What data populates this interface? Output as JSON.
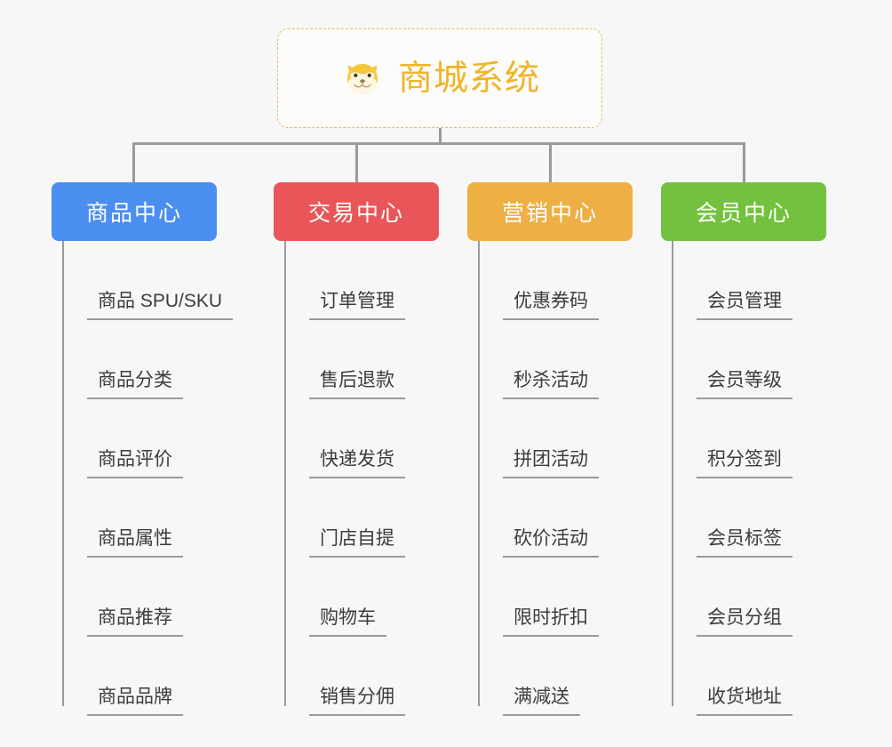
{
  "diagram": {
    "type": "mind-map",
    "background": "#f7f7f7",
    "root": {
      "title": "商城系统",
      "icon": "shiba-dog-face-emoji",
      "text_color": "#f0b429",
      "border_color": "#e8b964",
      "border_style": "dashed"
    },
    "branches": [
      {
        "label": "商品中心",
        "color": "#4a8ef0",
        "items": [
          "商品 SPU/SKU",
          "商品分类",
          "商品评价",
          "商品属性",
          "商品推荐",
          "商品品牌"
        ]
      },
      {
        "label": "交易中心",
        "color": "#e8565a",
        "items": [
          "订单管理",
          "售后退款",
          "快递发货",
          "门店自提",
          "购物车",
          "销售分佣"
        ]
      },
      {
        "label": "营销中心",
        "color": "#eeaf44",
        "items": [
          "优惠券码",
          "秒杀活动",
          "拼团活动",
          "砍价活动",
          "限时折扣",
          "满减送"
        ]
      },
      {
        "label": "会员中心",
        "color": "#73c13f",
        "items": [
          "会员管理",
          "会员等级",
          "积分签到",
          "会员标签",
          "会员分组",
          "收货地址"
        ]
      }
    ],
    "connector_color": "#9a9a9a",
    "leaf_text_color": "#3c3c3c"
  }
}
